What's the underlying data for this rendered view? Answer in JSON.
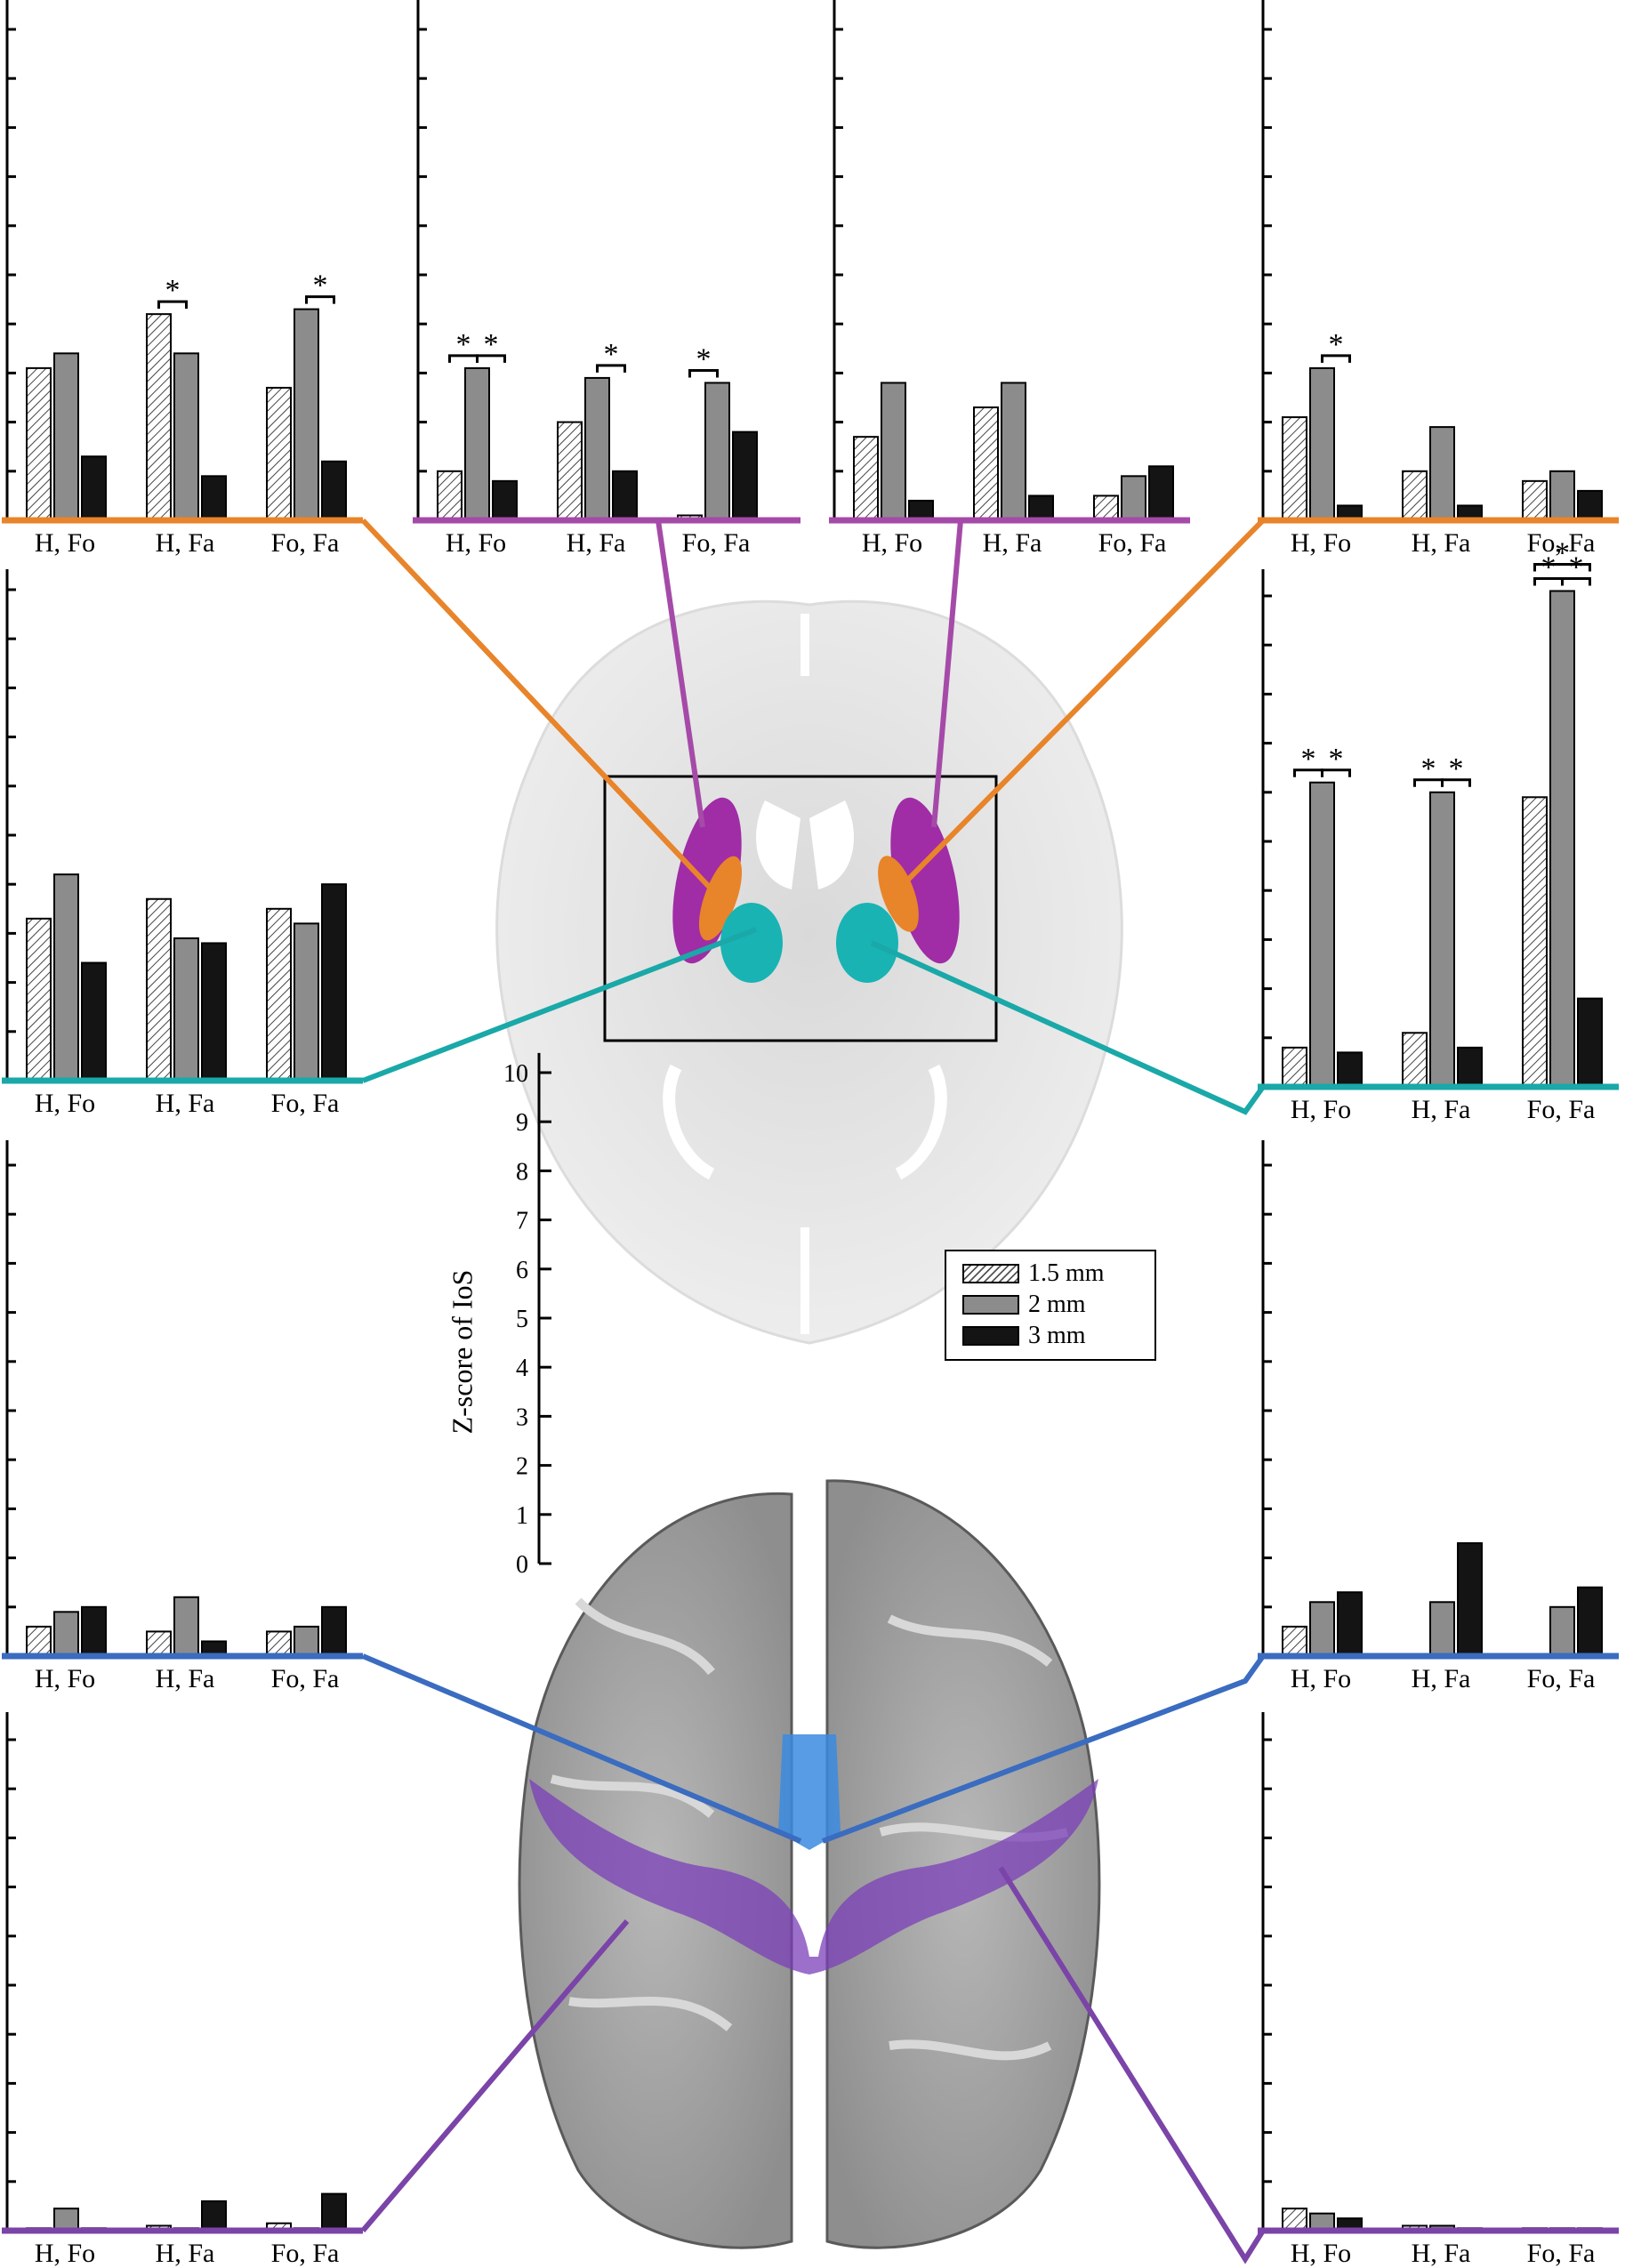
{
  "y_axis_label": "Z-score of IoS",
  "y_scale": {
    "ticks": [
      "0",
      "1",
      "2",
      "3",
      "4",
      "5",
      "6",
      "7",
      "8",
      "9",
      "10"
    ]
  },
  "legend": {
    "items": [
      {
        "label": "1.5 mm",
        "pattern": "hatched"
      },
      {
        "label": "2 mm",
        "color": "#8c8c8c"
      },
      {
        "label": "3 mm",
        "color": "#141414"
      }
    ]
  },
  "colors": {
    "orange": "#e8842a",
    "magenta": "#a54aa8",
    "teal": "#1aa8a8",
    "blue": "#3a6cc0",
    "purple": "#7a44a8"
  },
  "chart_data": [
    {
      "type": "bar",
      "categories": [
        "H, Fo",
        "H, Fa",
        "Fo, Fa"
      ],
      "ylim": [
        0,
        10
      ],
      "baseline_color": "orange",
      "series": [
        {
          "name": "1.5 mm",
          "values": [
            3.1,
            4.2,
            2.7
          ]
        },
        {
          "name": "2 mm",
          "values": [
            3.4,
            3.4,
            4.3
          ]
        },
        {
          "name": "3 mm",
          "values": [
            1.3,
            0.9,
            1.2
          ]
        }
      ],
      "significance": [
        {
          "category": 1,
          "pair": [
            0,
            1
          ],
          "label": "*"
        },
        {
          "category": 2,
          "pair": [
            1,
            2
          ],
          "label": "*"
        }
      ]
    },
    {
      "type": "bar",
      "categories": [
        "H, Fo",
        "H, Fa",
        "Fo, Fa"
      ],
      "ylim": [
        0,
        10
      ],
      "baseline_color": "magenta",
      "series": [
        {
          "name": "1.5 mm",
          "values": [
            1.0,
            2.0,
            0.1
          ]
        },
        {
          "name": "2 mm",
          "values": [
            3.1,
            2.9,
            2.8
          ]
        },
        {
          "name": "3 mm",
          "values": [
            0.8,
            1.0,
            1.8
          ]
        }
      ],
      "significance": [
        {
          "category": 0,
          "pair": [
            0,
            1
          ],
          "label": "*"
        },
        {
          "category": 0,
          "pair": [
            1,
            2
          ],
          "label": "*"
        },
        {
          "category": 1,
          "pair": [
            1,
            2
          ],
          "label": "*"
        },
        {
          "category": 2,
          "pair": [
            0,
            1
          ],
          "label": "*"
        }
      ]
    },
    {
      "type": "bar",
      "categories": [
        "H, Fo",
        "H, Fa",
        "Fo, Fa"
      ],
      "ylim": [
        0,
        10
      ],
      "baseline_color": "magenta",
      "series": [
        {
          "name": "1.5 mm",
          "values": [
            1.7,
            2.3,
            0.5
          ]
        },
        {
          "name": "2 mm",
          "values": [
            2.8,
            2.8,
            0.9
          ]
        },
        {
          "name": "3 mm",
          "values": [
            0.4,
            0.5,
            1.1
          ]
        }
      ],
      "significance": []
    },
    {
      "type": "bar",
      "categories": [
        "H, Fo",
        "H, Fa",
        "Fo, Fa"
      ],
      "ylim": [
        0,
        10
      ],
      "baseline_color": "orange",
      "series": [
        {
          "name": "1.5 mm",
          "values": [
            2.1,
            1.0,
            0.8
          ]
        },
        {
          "name": "2 mm",
          "values": [
            3.1,
            1.9,
            1.0
          ]
        },
        {
          "name": "3 mm",
          "values": [
            0.3,
            0.3,
            0.6
          ]
        }
      ],
      "significance": [
        {
          "category": 0,
          "pair": [
            1,
            2
          ],
          "label": "*"
        }
      ]
    },
    {
      "type": "bar",
      "categories": [
        "H, Fo",
        "H, Fa",
        "Fo, Fa"
      ],
      "ylim": [
        0,
        10
      ],
      "baseline_color": "teal",
      "series": [
        {
          "name": "1.5 mm",
          "values": [
            3.3,
            3.7,
            3.5
          ]
        },
        {
          "name": "2 mm",
          "values": [
            4.2,
            2.9,
            3.2
          ]
        },
        {
          "name": "3 mm",
          "values": [
            2.4,
            2.8,
            4.0
          ]
        }
      ],
      "significance": []
    },
    {
      "type": "bar",
      "categories": [
        "H, Fo",
        "H, Fa",
        "Fo, Fa"
      ],
      "ylim": [
        0,
        10
      ],
      "baseline_color": "teal",
      "series": [
        {
          "name": "1.5 mm",
          "values": [
            0.8,
            1.1,
            5.9
          ]
        },
        {
          "name": "2 mm",
          "values": [
            6.2,
            6.0,
            10.1
          ]
        },
        {
          "name": "3 mm",
          "values": [
            0.7,
            0.8,
            1.8
          ]
        }
      ],
      "significance": [
        {
          "category": 0,
          "pair": [
            0,
            1
          ],
          "label": "*"
        },
        {
          "category": 0,
          "pair": [
            1,
            2
          ],
          "label": "*"
        },
        {
          "category": 1,
          "pair": [
            0,
            1
          ],
          "label": "*"
        },
        {
          "category": 1,
          "pair": [
            1,
            2
          ],
          "label": "*"
        },
        {
          "category": 2,
          "pair": [
            0,
            1
          ],
          "label": "*"
        },
        {
          "category": 2,
          "pair": [
            1,
            2
          ],
          "label": "*"
        },
        {
          "category": 2,
          "pair": [
            0,
            2
          ],
          "label": "*"
        }
      ]
    },
    {
      "type": "bar",
      "categories": [
        "H, Fo",
        "H, Fa",
        "Fo, Fa"
      ],
      "ylim": [
        0,
        10
      ],
      "baseline_color": "blue",
      "series": [
        {
          "name": "1.5 mm",
          "values": [
            0.6,
            0.5,
            0.5
          ]
        },
        {
          "name": "2 mm",
          "values": [
            0.9,
            1.2,
            0.6
          ]
        },
        {
          "name": "3 mm",
          "values": [
            1.0,
            0.3,
            1.0
          ]
        }
      ],
      "significance": []
    },
    {
      "type": "bar",
      "categories": [
        "H, Fo",
        "H, Fa",
        "Fo, Fa"
      ],
      "ylim": [
        0,
        10
      ],
      "baseline_color": "blue",
      "series": [
        {
          "name": "1.5 mm",
          "values": [
            0.6,
            0.0,
            0.0
          ]
        },
        {
          "name": "2 mm",
          "values": [
            1.1,
            1.1,
            1.0
          ]
        },
        {
          "name": "3 mm",
          "values": [
            1.3,
            2.3,
            1.4
          ]
        }
      ],
      "significance": []
    },
    {
      "type": "bar",
      "categories": [
        "H, Fo",
        "H, Fa",
        "Fo, Fa"
      ],
      "ylim": [
        0,
        10
      ],
      "baseline_color": "purple",
      "series": [
        {
          "name": "1.5 mm",
          "values": [
            0.05,
            0.1,
            0.15
          ]
        },
        {
          "name": "2 mm",
          "values": [
            0.45,
            0.05,
            0.05
          ]
        },
        {
          "name": "3 mm",
          "values": [
            0.05,
            0.6,
            0.75
          ]
        }
      ],
      "significance": []
    },
    {
      "type": "bar",
      "categories": [
        "H, Fo",
        "H, Fa",
        "Fo, Fa"
      ],
      "ylim": [
        0,
        10
      ],
      "baseline_color": "purple",
      "series": [
        {
          "name": "1.5 mm",
          "values": [
            0.45,
            0.1,
            0.05
          ]
        },
        {
          "name": "2 mm",
          "values": [
            0.35,
            0.1,
            0.05
          ]
        },
        {
          "name": "3 mm",
          "values": [
            0.25,
            0.05,
            0.05
          ]
        }
      ],
      "significance": []
    }
  ]
}
